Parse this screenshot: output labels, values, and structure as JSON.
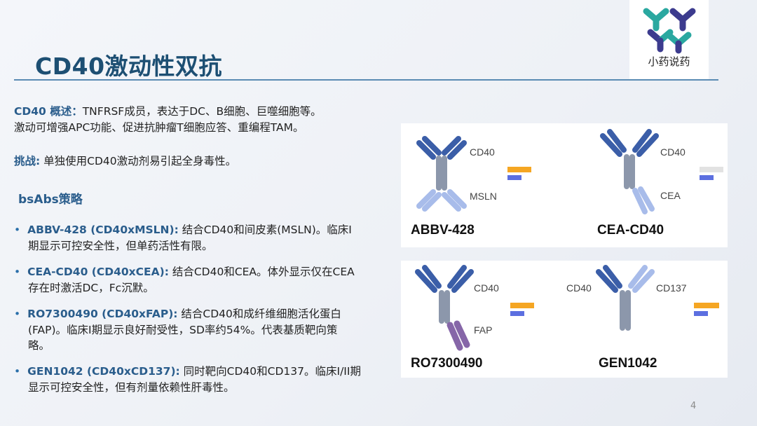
{
  "title": "CD40激动性双抗",
  "logo": {
    "text": "小药说药",
    "colors": [
      "#2aa8a0",
      "#3c3b8e"
    ]
  },
  "overview": {
    "key": "CD40 概述：",
    "line1": "TNFRSF成员，表达于DC、B细胞、巨噬细胞等。",
    "line2": "激动可增强APC功能、促进抗肿瘤T细胞应答、重编程TAM。"
  },
  "challenge": {
    "key": "挑战:",
    "text": " 单独使用CD40激动剂易引起全身毒性。"
  },
  "strategy_heading": "bsAbs策略",
  "bullets": [
    {
      "bullet": "•",
      "name": "ABBV-428 (CD40xMSLN):",
      "text1": " 结合CD40和间皮素(MSLN)。临床I",
      "text2": "期显示可控安全性，但单药活性有限。"
    },
    {
      "bullet": "•",
      "name": "CEA-CD40 (CD40xCEA):",
      "text1": " 结合CD40和CEA。体外显示仅在CEA",
      "text2": "存在时激活DC，Fc沉默。"
    },
    {
      "bullet": "•",
      "name": "RO7300490 (CD40xFAP):",
      "text1": " 结合CD40和成纤维细胞活化蛋白",
      "text2": "(FAP)。临床I期显示良好耐受性，SD率约54%。代表基质靶向策",
      "text3": "略。"
    },
    {
      "bullet": "•",
      "name": "GEN1042 (CD40xCD137):",
      "text1": " 同时靶向CD40和CD137。临床I/II期",
      "text2": "显示可控安全性，但有剂量依赖性肝毒性。"
    }
  ],
  "figure": {
    "abbv": {
      "name": "ABBV-428",
      "top_label": "CD40",
      "bottom_label": "MSLN"
    },
    "cea": {
      "name": "CEA-CD40",
      "top_label": "CD40",
      "bottom_label": "CEA"
    },
    "ro": {
      "name": "RO7300490",
      "top_label": "CD40",
      "bottom_label": "FAP"
    },
    "gen": {
      "name": "GEN1042",
      "left_label": "CD40",
      "right_label": "CD137"
    },
    "colors": {
      "dark": "#3b5ea8",
      "light": "#a8bcea",
      "grey": "#8c97ab",
      "purple": "#8666a8",
      "orange": "#f5a623",
      "blue": "#5c6fe0",
      "lightgrey": "#e2e2e2"
    }
  },
  "page_number": "4"
}
